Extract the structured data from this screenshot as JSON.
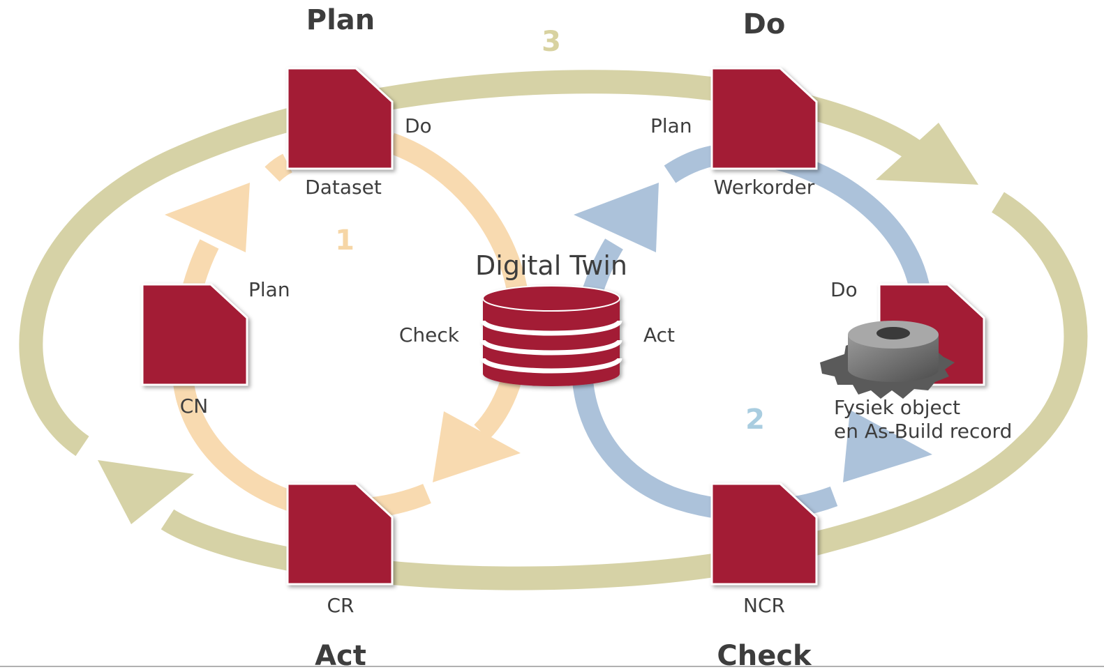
{
  "phases": {
    "plan": "Plan",
    "do": "Do",
    "check": "Check",
    "act": "Act"
  },
  "cycles": {
    "one": "1",
    "two": "2",
    "three": "3"
  },
  "center": {
    "title": "Digital Twin",
    "left_label": "Check",
    "right_label": "Act"
  },
  "documents": {
    "dataset": {
      "name": "Dataset",
      "tag": "Do"
    },
    "cn": {
      "name": "CN",
      "tag": "Plan"
    },
    "cr": {
      "name": "CR"
    },
    "werkorder": {
      "name": "Werkorder",
      "tag": "Plan"
    },
    "fysiek": {
      "line1": "Fysiek object",
      "line2": "en As-Build record",
      "tag": "Do"
    },
    "ncr": {
      "name": "NCR"
    }
  },
  "colors": {
    "document": "#a31a34",
    "outer_loop": "#d6d2a6",
    "loop_1": "#f8dab0",
    "loop_2": "#acc2da",
    "number_1": "#f6d6a6",
    "number_2": "#a9cde0",
    "number_3": "#d8d2a0"
  }
}
